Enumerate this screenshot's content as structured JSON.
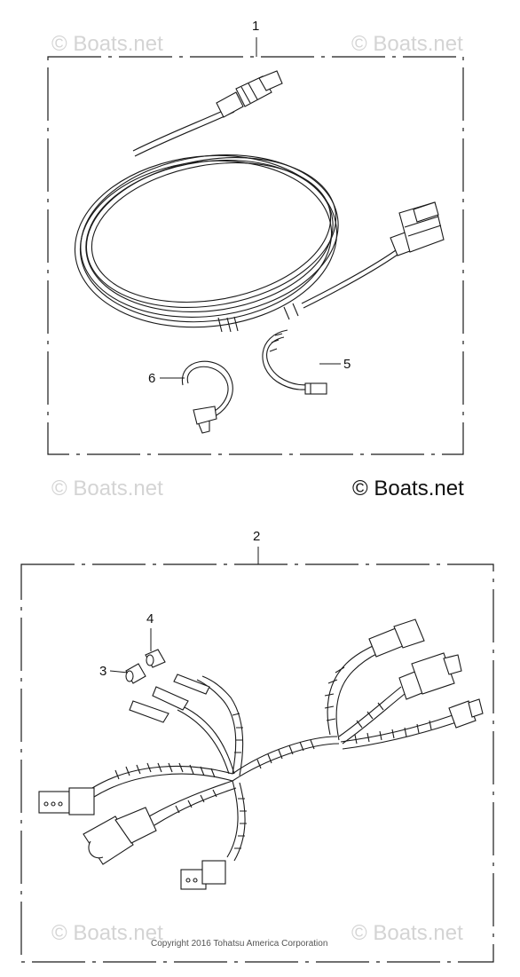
{
  "watermark": {
    "text": "© Boats.net",
    "color": "#d4d4d4"
  },
  "brand_mark": {
    "text": "© Boats.net"
  },
  "copyright": "Copyright 2016 Tohatsu America Corporation",
  "callouts": {
    "c1": "1",
    "c2": "2",
    "c3": "3",
    "c4": "4",
    "c5": "5",
    "c6": "6"
  },
  "colors": {
    "line": "#1a1a1a",
    "background": "#ffffff"
  }
}
